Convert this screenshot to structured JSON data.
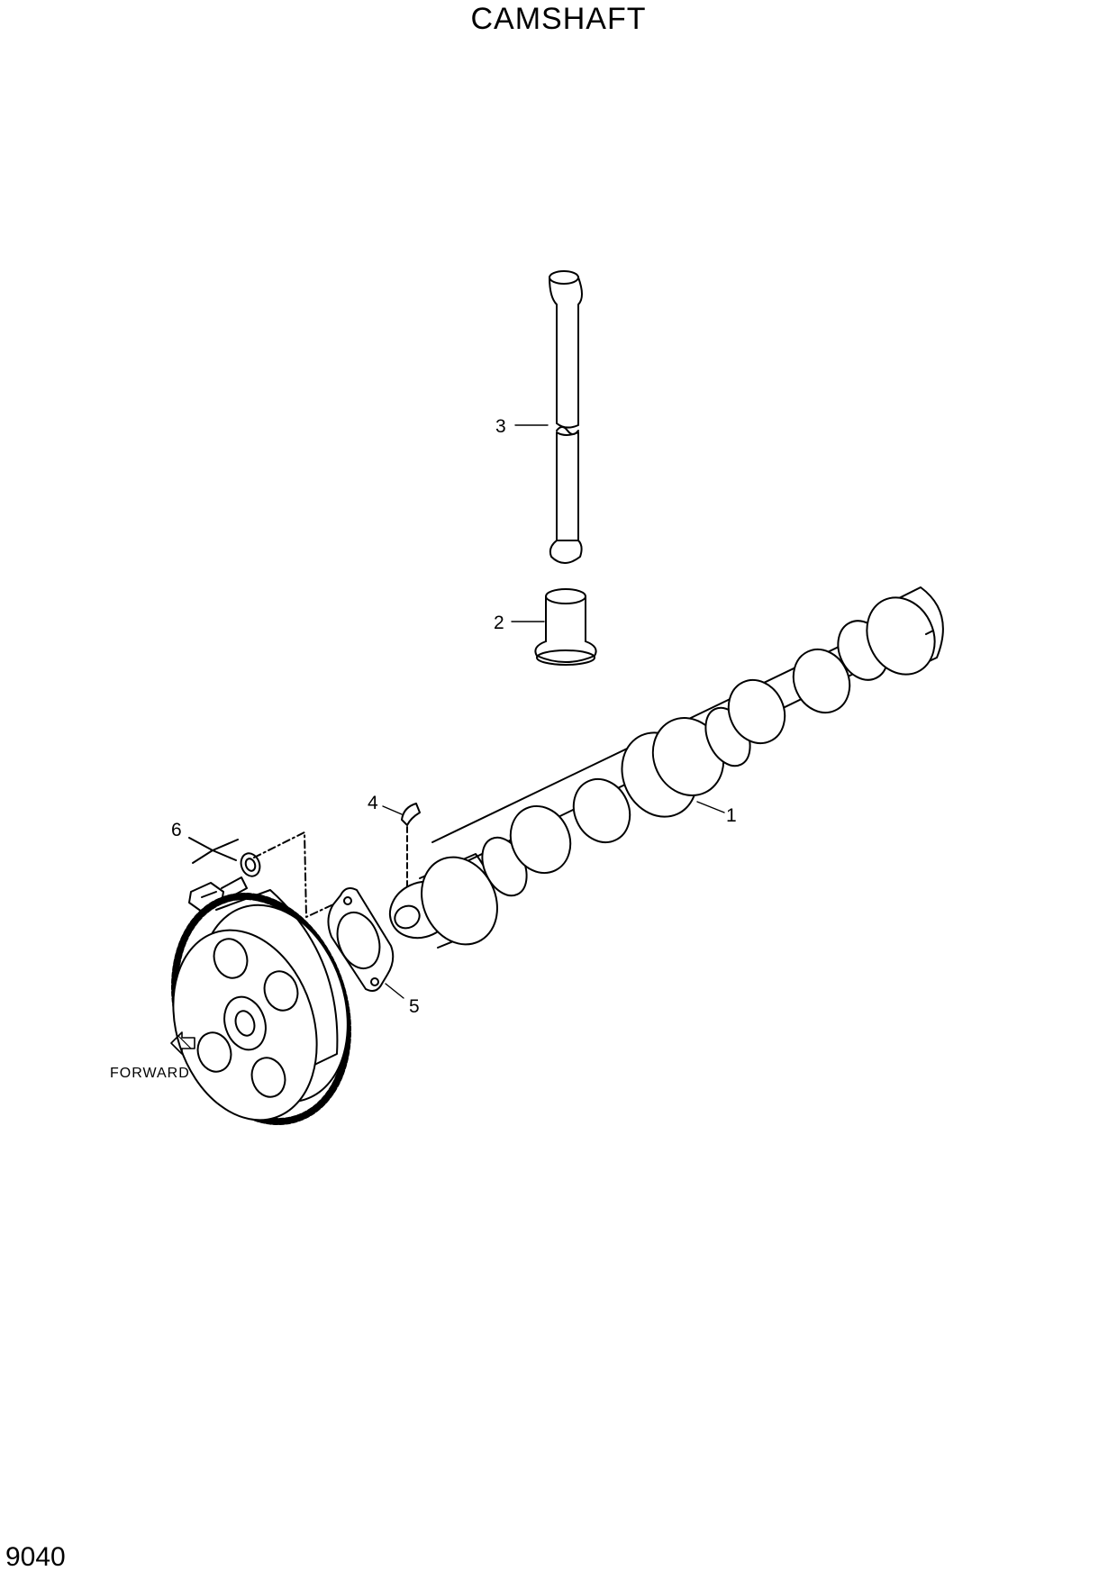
{
  "title": "CAMSHAFT",
  "page_code": "9040",
  "direction_label": "FORWARD",
  "callouts": {
    "c1": "1",
    "c2": "2",
    "c3": "3",
    "c4": "4",
    "c5": "5",
    "c6": "6"
  },
  "icons": {
    "forward": "forward-arrow-icon"
  },
  "colors": {
    "line": "#000000",
    "background": "#ffffff"
  }
}
